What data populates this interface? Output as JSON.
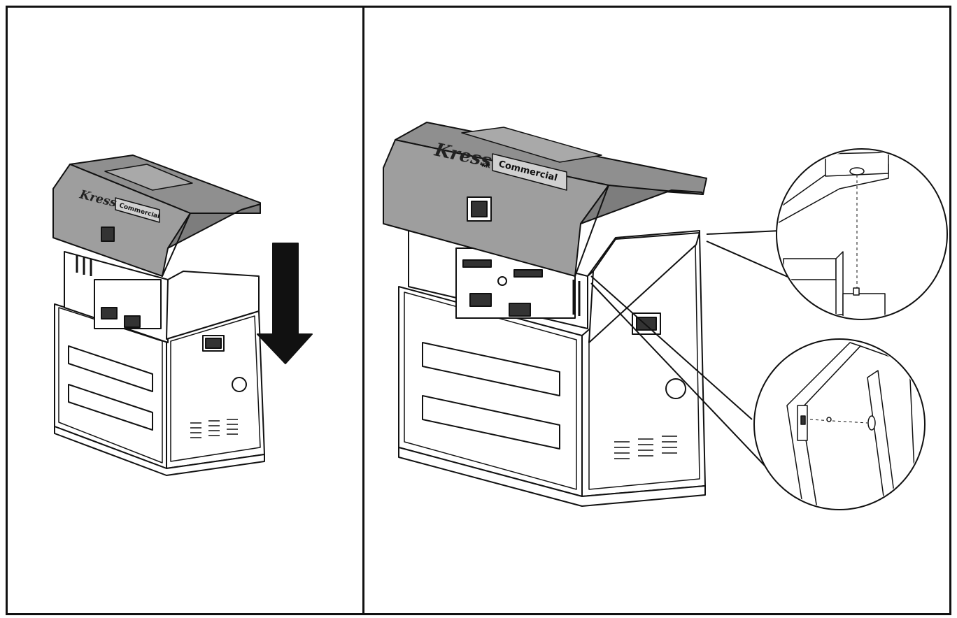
{
  "brand": {
    "name": "Kress",
    "mark": "KR",
    "line": "Commercial"
  },
  "colors": {
    "lid": "#9e9e9e",
    "lid_dark": "#7a7a7a",
    "outline": "#111111",
    "body": "#ffffff",
    "arrow": "#111111"
  },
  "icons": {
    "arrow": "down-arrow-icon",
    "zoom": "magnifier-callout-icon"
  }
}
